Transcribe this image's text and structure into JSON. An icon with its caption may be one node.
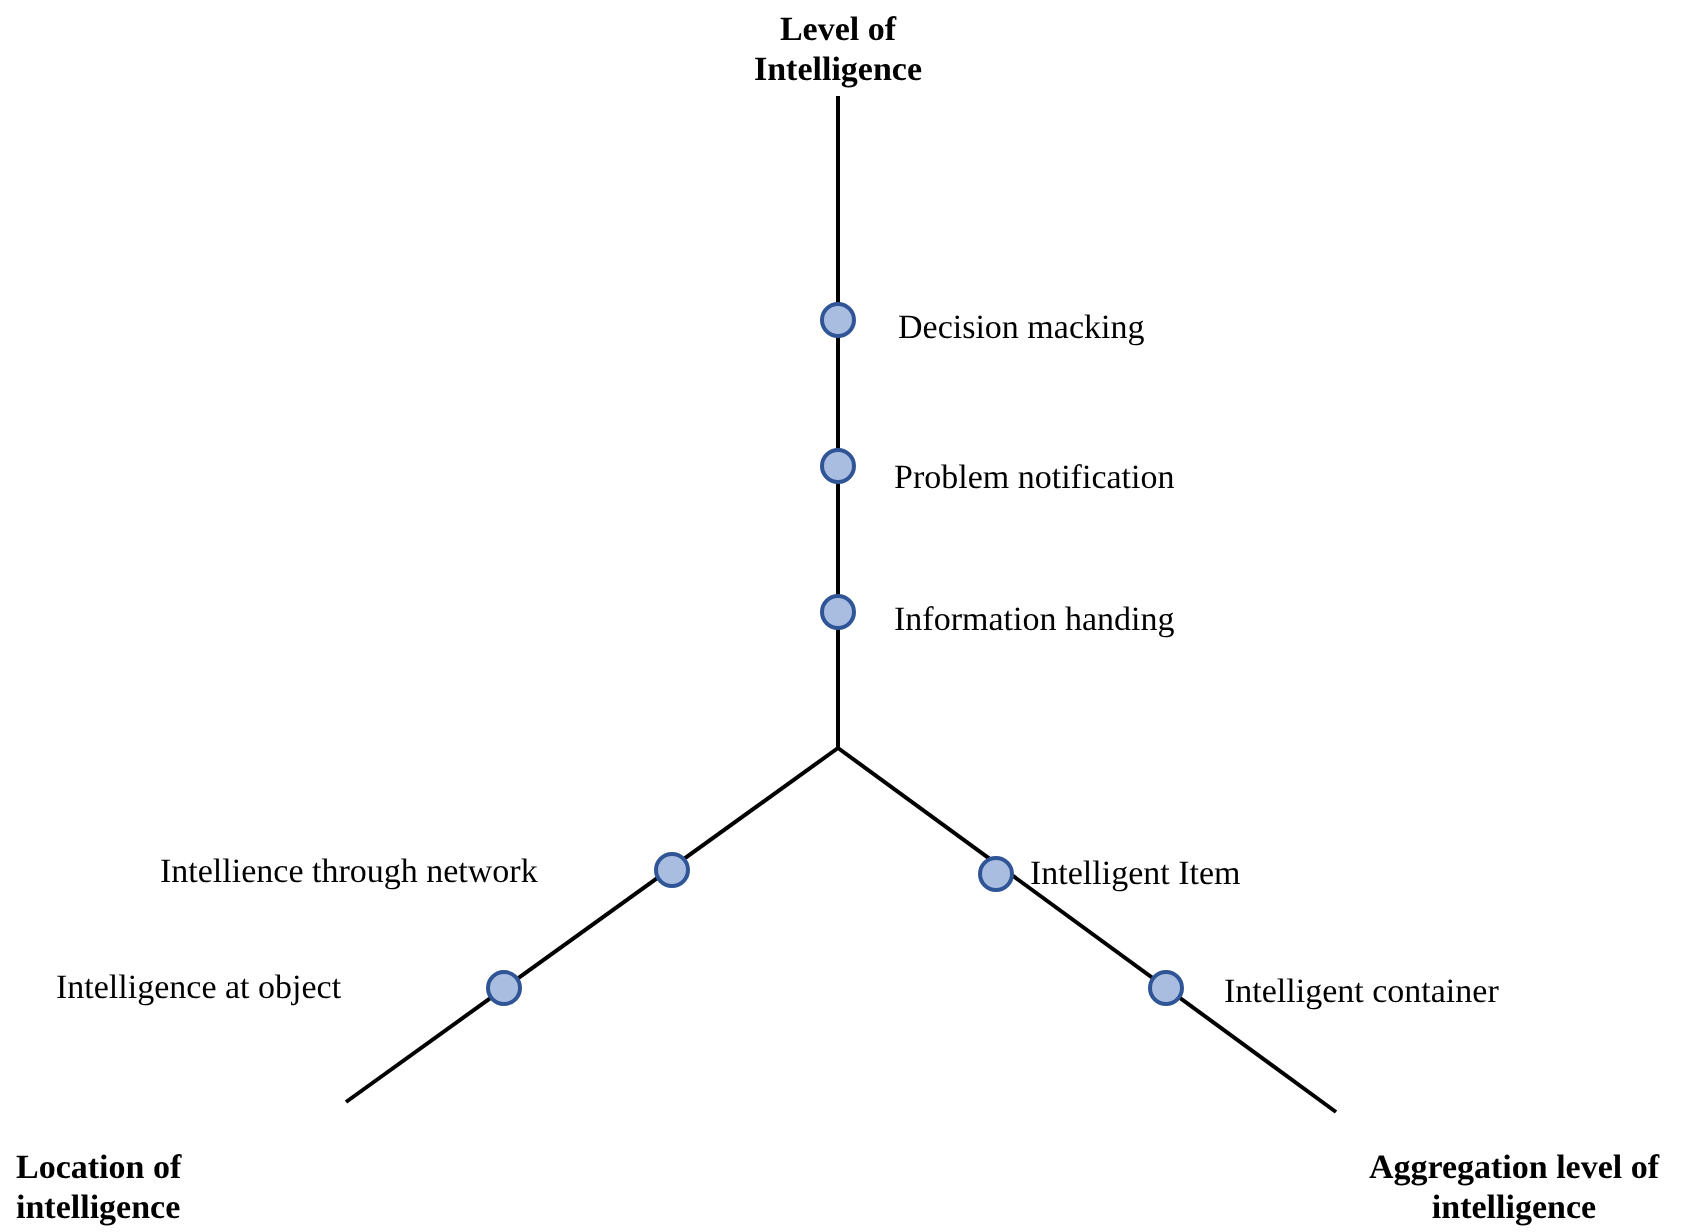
{
  "diagram": {
    "labels": [
      "Level of Intelligence",
      "Decision macking",
      "Problem notification",
      "Information handing",
      "Intellience through network",
      "Intelligent Item",
      "Intelligence at object",
      "Intelligent container",
      "Location of intelligence",
      "Aggregation level of intelligence"
    ]
  }
}
